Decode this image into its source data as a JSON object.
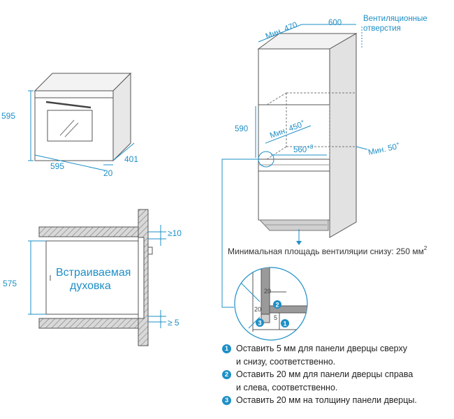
{
  "colors": {
    "accent": "#1e8fc6",
    "line": "#555555",
    "hatch": "#888888"
  },
  "oven_view": {
    "height": "595",
    "width": "595",
    "depth": "401",
    "panel": "20"
  },
  "cabinet_view": {
    "min_depth": "Мин. 470",
    "width": "600",
    "vent_label_line1": "Вентиляционные",
    "vent_label_line2": "отверстия",
    "niche_height": "590",
    "min_450": "Мин. 450",
    "min_450_sup": "+",
    "width_560": "560",
    "width_560_sup": "+8",
    "min_50": "Мин. 50",
    "min_50_sup": "+",
    "vent_area_text": "Минимальная площадь вентиляции снизу: 250 мм",
    "vent_area_sup": "2"
  },
  "section_view": {
    "label_line1": "Встраиваемая",
    "label_line2": "духовка",
    "height": "575",
    "gap_top": "≥10",
    "gap_bottom": "≥ 5"
  },
  "detail_view": {
    "dim_20_top": "20",
    "dim_20_left": "20",
    "dim_5": "5",
    "badge_1": "1",
    "badge_2": "2",
    "badge_3": "3"
  },
  "notes": [
    {
      "badge": "1",
      "line1": "Оставить 5 мм для панели дверцы сверху",
      "line2": "и снизу, соответственно."
    },
    {
      "badge": "2",
      "line1": "Оставить 20 мм для панели дверцы справа",
      "line2": "и слева, соответственно."
    },
    {
      "badge": "3",
      "line1": "Оставить 20 мм на толщину панели дверцы.",
      "line2": ""
    }
  ]
}
